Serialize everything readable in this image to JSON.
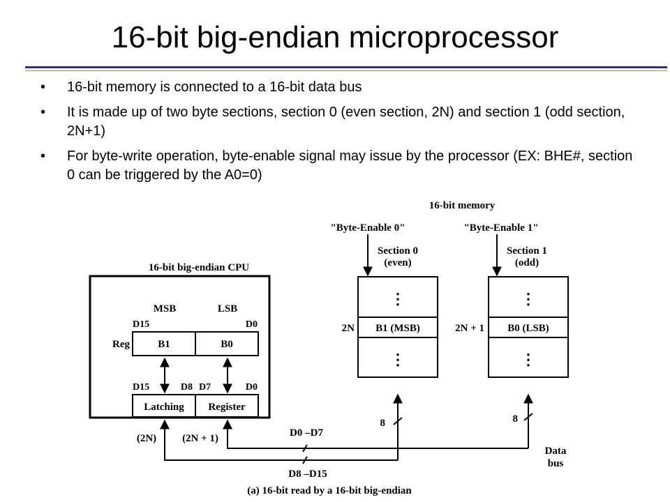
{
  "slide": {
    "title": "16-bit big-endian microprocessor",
    "bullets": [
      "16-bit memory is connected to a 16-bit data bus",
      "It is made up of two byte sections, section 0 (even section, 2N) and section 1 (odd section, 2N+1)",
      "For byte-write operation, byte-enable signal may issue by the processor (EX: BHE#, section 0 can be triggered by the A0=0)"
    ],
    "bullet_symbol": "•"
  },
  "diagram": {
    "memory_title": "16-bit memory",
    "byte_enable_0": "\"Byte-Enable 0\"",
    "byte_enable_1": "\"Byte-Enable 1\"",
    "section0_name": "Section 0",
    "section0_sub": "(even)",
    "section1_name": "Section 1",
    "section1_sub": "(odd)",
    "cpu_title": "16-bit big-endian CPU",
    "msb": "MSB",
    "lsb": "LSB",
    "d15_top": "D15",
    "d0_top": "D0",
    "reg": "Reg",
    "b1": "B1",
    "b0": "B0",
    "d15_bottom": "D15",
    "d8": "D8",
    "d7": "D7",
    "d0_bottom": "D0",
    "latching": "Latching",
    "register": "Register",
    "addr_2n": "2N",
    "addr_2n1": "2N + 1",
    "mem_b1": "B1 (MSB)",
    "mem_b0": "B0 (LSB)",
    "vdots": "⋮",
    "bus_width_0": "8",
    "bus_width_1": "8",
    "paren_2n": "(2N)",
    "paren_2n1": "(2N + 1)",
    "d0_d7": "D0 –D7",
    "d8_d15": "D8 –D15",
    "data_bus_1": "Data",
    "data_bus_2": "bus",
    "caption": "(a)  16-bit read by a 16-bit big-endian"
  }
}
